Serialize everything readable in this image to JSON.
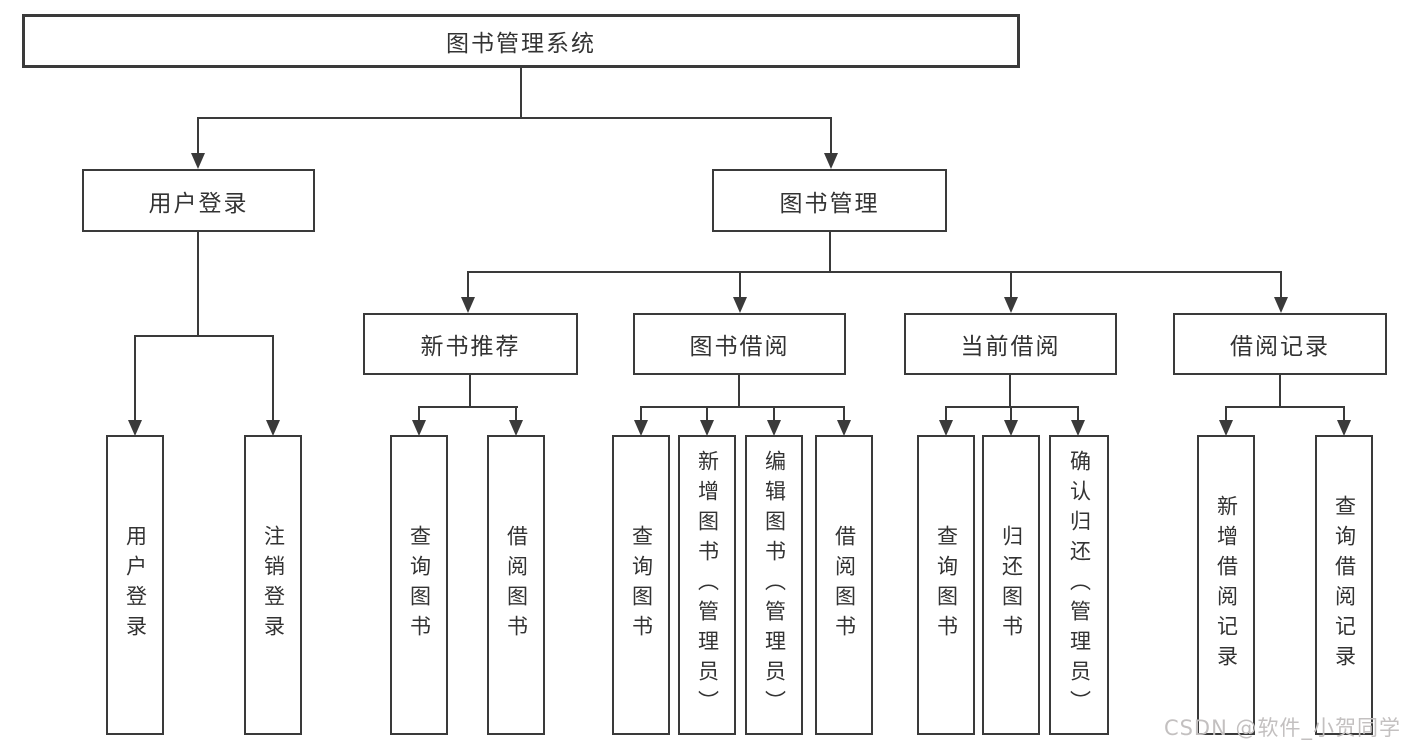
{
  "diagram": {
    "type": "hierarchy-diagram",
    "tree": {
      "label": "图书管理系统",
      "children": [
        {
          "label": "用户登录",
          "children": [
            {
              "label": "用户登录"
            },
            {
              "label": "注销登录"
            }
          ]
        },
        {
          "label": "图书管理",
          "children": [
            {
              "label": "新书推荐",
              "children": [
                {
                  "label": "查询图书"
                },
                {
                  "label": "借阅图书"
                }
              ]
            },
            {
              "label": "图书借阅",
              "children": [
                {
                  "label": "查询图书"
                },
                {
                  "label": "新增图书（管理员）"
                },
                {
                  "label": "编辑图书（管理员）"
                },
                {
                  "label": "借阅图书"
                }
              ]
            },
            {
              "label": "当前借阅",
              "children": [
                {
                  "label": "查询图书"
                },
                {
                  "label": "归还图书"
                },
                {
                  "label": "确认归还（管理员）"
                }
              ]
            },
            {
              "label": "借阅记录",
              "children": [
                {
                  "label": "新增借阅记录"
                },
                {
                  "label": "查询借阅记录"
                }
              ]
            }
          ]
        }
      ]
    }
  },
  "watermark": {
    "text": "CSDN @软件_小贺同学"
  },
  "colors": {
    "line": "#3a3a3a",
    "text": "#333333",
    "background": "#ffffff",
    "watermark": "#c3c0c0"
  }
}
